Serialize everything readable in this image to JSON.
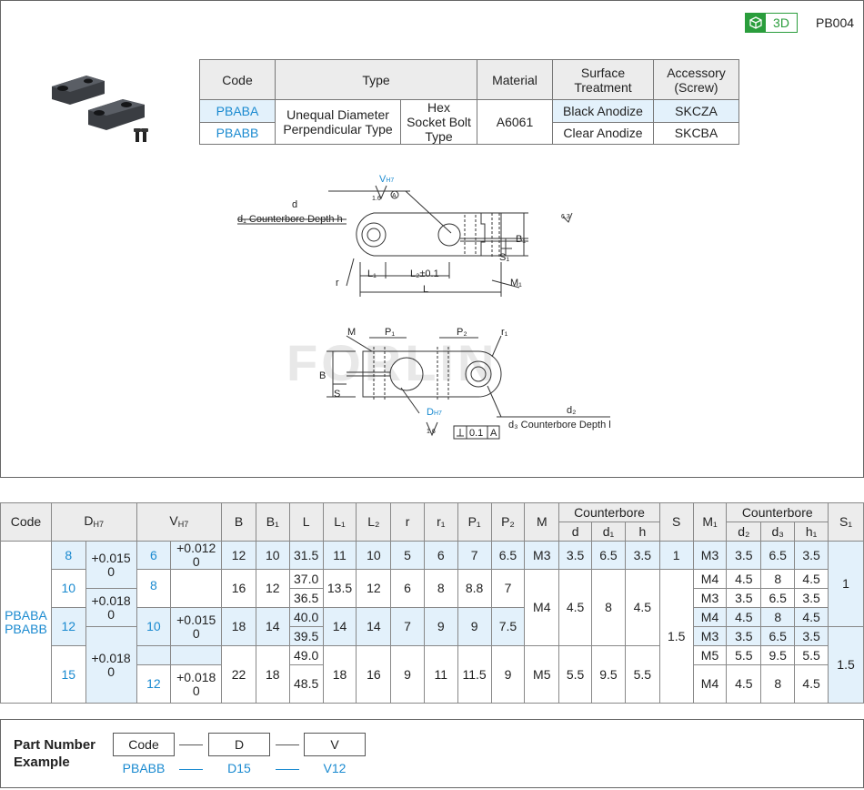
{
  "header": {
    "badge": "3D",
    "page_code": "PB004"
  },
  "type_table": {
    "headers": {
      "code": "Code",
      "type": "Type",
      "material": "Material",
      "surface": "Surface Treatment",
      "accessory": "Accessory (Screw)"
    },
    "codes": [
      "PBABA",
      "PBABB"
    ],
    "type_a": "Unequal Diameter Perpendicular Type",
    "type_b": "Hex Socket Bolt Type",
    "material": "A6061",
    "surfaces": [
      "Black Anodize",
      "Clear Anodize"
    ],
    "accessories": [
      "SKCZA",
      "SKCBA"
    ]
  },
  "drawing": {
    "top": {
      "vh7": "V",
      "vh7_sub": "H7",
      "rough1": "1.6",
      "datum": "A",
      "rough2": "6.3",
      "d": "d",
      "d1": "d₁ Counterbore Depth h",
      "b1": "B₁",
      "s1": "S₁",
      "l1": "L₁",
      "l2": "L₂±0.1",
      "l": "L",
      "r": "r",
      "m1": "M₁"
    },
    "bottom": {
      "m": "M",
      "p1": "P₁",
      "p2": "P₂",
      "r1": "r₁",
      "b": "B",
      "s": "S",
      "dh7": "D",
      "dh7_sub": "H7",
      "rough": "1.6",
      "d2": "d₂",
      "d3": "d₃ Counterbore Depth h₁",
      "tol": "0.1",
      "datum": "A"
    }
  },
  "spec_table": {
    "headers": {
      "code": "Code",
      "d": "D",
      "d_sub": "H7",
      "v": "V",
      "v_sub": "H7",
      "b": "B",
      "b1": "B₁",
      "l": "L",
      "l1": "L₁",
      "l2": "L₂",
      "r": "r",
      "r1": "r₁",
      "p1": "P₁",
      "p2": "P₂",
      "m": "M",
      "cb1": "Counterbore",
      "cb1_d": "d",
      "cb1_d1": "d₁",
      "cb1_h": "h",
      "s": "S",
      "m1": "M₁",
      "cb2": "Counterbore",
      "cb2_d2": "d₂",
      "cb2_d3": "d₃",
      "cb2_h1": "h₁",
      "s1": "S₁"
    },
    "codes": [
      "PBABA",
      "PBABB"
    ],
    "D": [
      "8",
      "10",
      "12",
      "15"
    ],
    "D_tol": [
      "+0.015\n0",
      "+0.018\n0"
    ],
    "V": [
      "6",
      "8",
      "10",
      "12"
    ],
    "V_tol": [
      "+0.012\n0",
      "+0.015\n0",
      "+0.018\n0"
    ],
    "B": [
      "12",
      "16",
      "18",
      "22"
    ],
    "B1": [
      "10",
      "12",
      "14",
      "18"
    ],
    "L": [
      "31.5",
      "37.0",
      "36.5",
      "40.0",
      "39.5",
      "49.0",
      "48.5"
    ],
    "L1": [
      "11",
      "13.5",
      "14",
      "18"
    ],
    "L2": [
      "10",
      "12",
      "14",
      "16"
    ],
    "r": [
      "5",
      "6",
      "7",
      "9"
    ],
    "r1": [
      "6",
      "8",
      "9",
      "11"
    ],
    "P1": [
      "7",
      "8.8",
      "9",
      "11.5"
    ],
    "P2": [
      "6.5",
      "7",
      "7.5",
      "9"
    ],
    "M": [
      "M3",
      "M4",
      "M5"
    ],
    "cb_d": [
      "3.5",
      "4.5",
      "5.5"
    ],
    "cb_d1": [
      "6.5",
      "8",
      "9.5"
    ],
    "cb_h": [
      "3.5",
      "4.5",
      "5.5"
    ],
    "S": [
      "1",
      "1.5"
    ],
    "M1": [
      "M3",
      "M4",
      "M3",
      "M4",
      "M3",
      "M5",
      "M4"
    ],
    "d2": [
      "3.5",
      "4.5",
      "3.5",
      "4.5",
      "3.5",
      "5.5",
      "4.5"
    ],
    "d3": [
      "6.5",
      "8",
      "6.5",
      "8",
      "6.5",
      "9.5",
      "8"
    ],
    "h1": [
      "3.5",
      "4.5",
      "3.5",
      "4.5",
      "3.5",
      "5.5",
      "4.5"
    ],
    "S1": [
      "1",
      "1.5"
    ]
  },
  "part_number": {
    "title": "Part Number\nExample",
    "boxes": [
      "Code",
      "D",
      "V"
    ],
    "values": [
      "PBABB",
      "D15",
      "V12"
    ]
  },
  "colors": {
    "accent_blue": "#1a8ad0",
    "light_blue": "#e3f1fb",
    "header_gray": "#ececec",
    "badge_green": "#2a9d3c"
  }
}
